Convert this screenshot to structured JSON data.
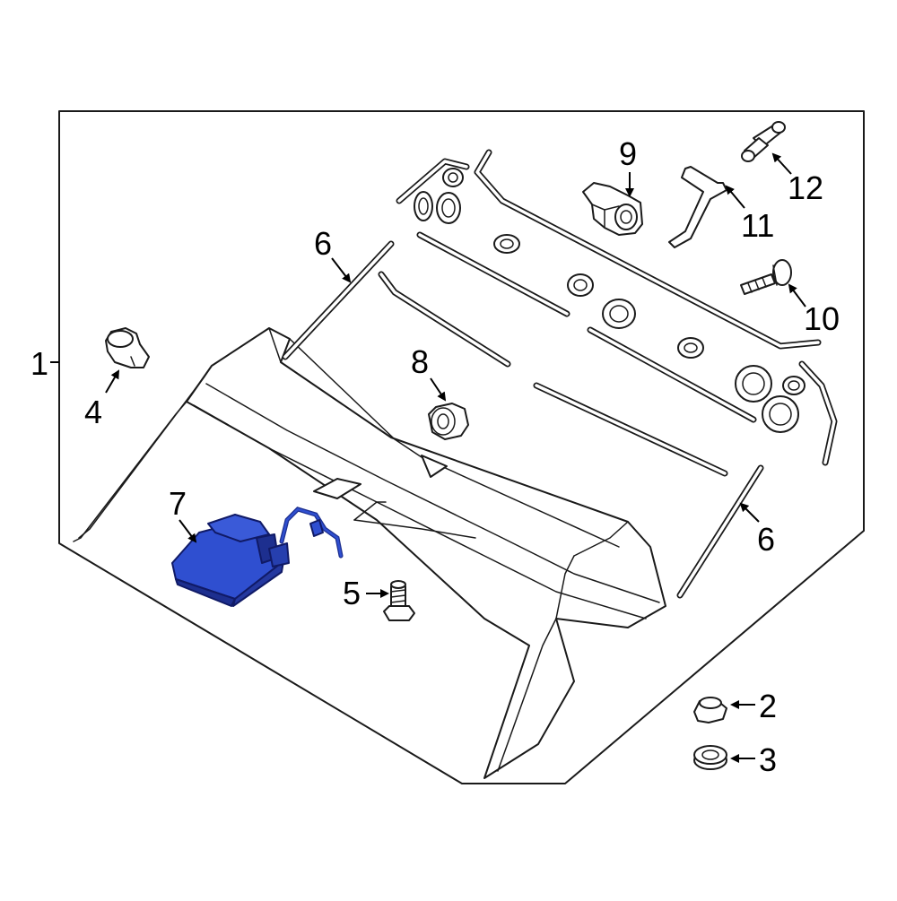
{
  "colors": {
    "line": "#1a1a1a",
    "highlight": "#2f4fd0",
    "highlight_dark": "#1d2f8f",
    "background": "#ffffff"
  },
  "callouts": [
    {
      "id": "c1",
      "label": "1"
    },
    {
      "id": "c2",
      "label": "2"
    },
    {
      "id": "c3",
      "label": "3"
    },
    {
      "id": "c4",
      "label": "4"
    },
    {
      "id": "c5",
      "label": "5"
    },
    {
      "id": "c6a",
      "label": "6"
    },
    {
      "id": "c6b",
      "label": "6"
    },
    {
      "id": "c7",
      "label": "7"
    },
    {
      "id": "c8",
      "label": "8"
    },
    {
      "id": "c9",
      "label": "9"
    },
    {
      "id": "c10",
      "label": "10"
    },
    {
      "id": "c11",
      "label": "11"
    },
    {
      "id": "c12",
      "label": "12"
    }
  ],
  "highlighted_part": "7"
}
